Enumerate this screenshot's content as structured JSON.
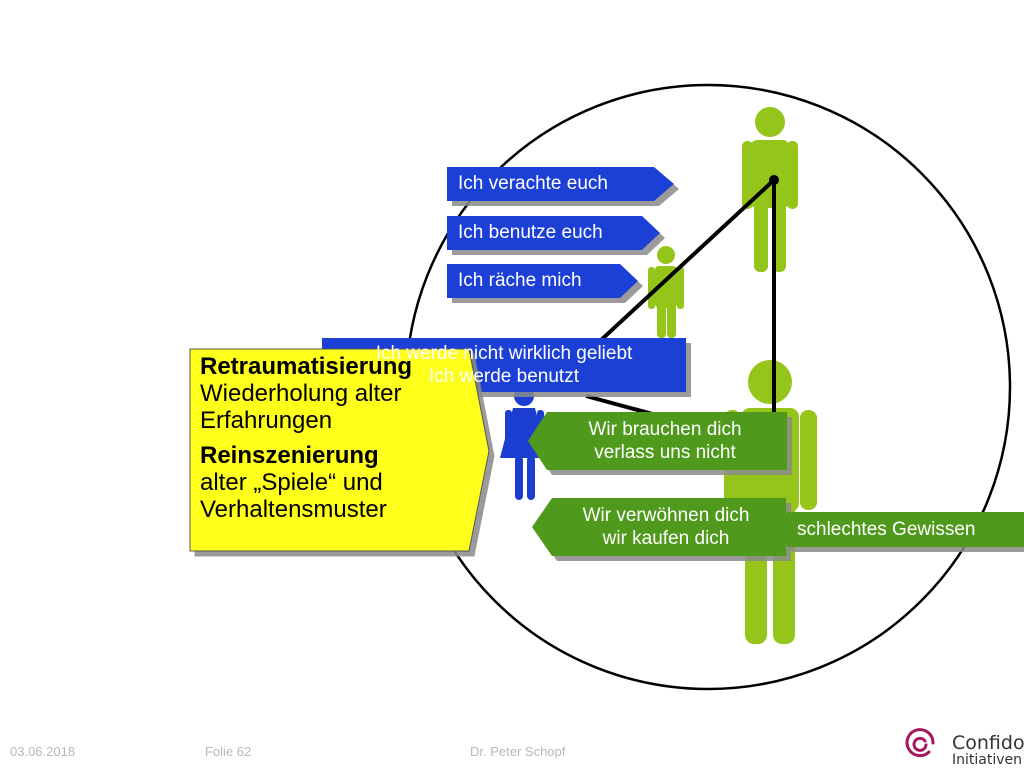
{
  "callouts": {
    "verachte": "Ich verachte euch",
    "benutze": "Ich benutze euch",
    "raeche": "Ich räche mich",
    "geliebt_line1": "Ich werde nicht wirklich geliebt",
    "geliebt_line2": "Ich werde benutzt",
    "brauchen_line1": "Wir brauchen dich",
    "brauchen_line2": "verlass uns nicht",
    "verwoehnen_line1": "Wir verwöhnen dich",
    "verwoehnen_line2": "wir kaufen dich",
    "gewissen": "schlechtes Gewissen"
  },
  "yellow_box": {
    "heading1": "Retraumatisierung",
    "text1_line1": "Wiederholung alter",
    "text1_line2": "Erfahrungen",
    "heading2": "Reinszenierung",
    "text2_line1": "alter „Spiele“ und",
    "text2_line2": "Verhaltensmuster"
  },
  "footer": {
    "date": "03.06.2018",
    "slide": "Folie 62",
    "author": "Dr. Peter Schopf"
  },
  "logo": {
    "line1": "Confido",
    "line2": "Initiativen"
  },
  "colors": {
    "blue_callout": "#1a3fd6",
    "green_callout": "#4f9a1f",
    "yellow_box": "#ffff1a",
    "green_figure": "#95c51b",
    "blue_figure": "#1c3ed0",
    "logo_accent": "#a3195b"
  },
  "icons": [
    "male-figure-icon",
    "female-figure-icon",
    "confido-logo-icon"
  ]
}
